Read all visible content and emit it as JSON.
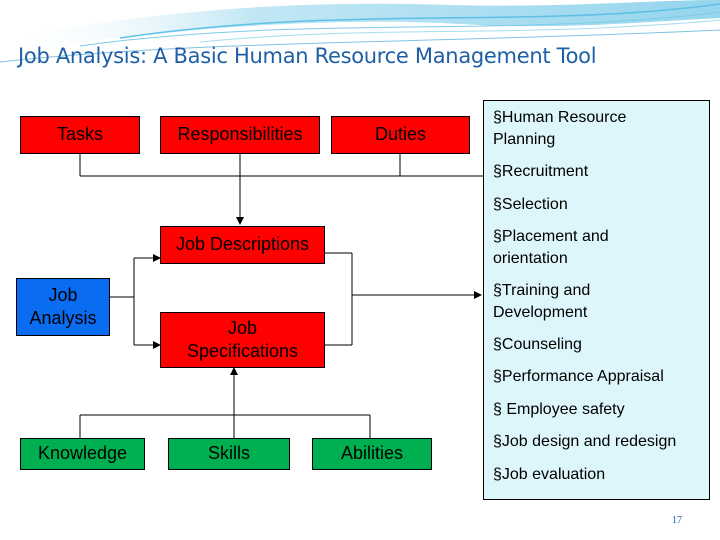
{
  "title": "Job Analysis: A Basic Human Resource Management Tool",
  "top_boxes": {
    "tasks": "Tasks",
    "responsibilities": "Responsibilities",
    "duties": "Duties"
  },
  "middle_boxes": {
    "job_descriptions": "Job Descriptions",
    "job_specifications": "Job Specifications"
  },
  "left_box": "Job Analysis",
  "bottom_boxes": {
    "knowledge": "Knowledge",
    "skills": "Skills",
    "abilities": "Abilities"
  },
  "hr_functions": [
    "§Human Resource Planning",
    "§Recruitment",
    "§Selection",
    "§Placement and orientation",
    "§Training and Development",
    "§Counseling",
    "§Performance Appraisal",
    "§ Employee safety",
    "§Job design and redesign",
    "§Job evaluation"
  ],
  "page_number": "17",
  "colors": {
    "top_boxes": "#ff0000",
    "middle_boxes": "#ff0000",
    "job_analysis": "#0a6cf0",
    "bottom_boxes": "#00b050",
    "hr_panel": "#ddf6fb",
    "title": "#1f5fa6"
  }
}
